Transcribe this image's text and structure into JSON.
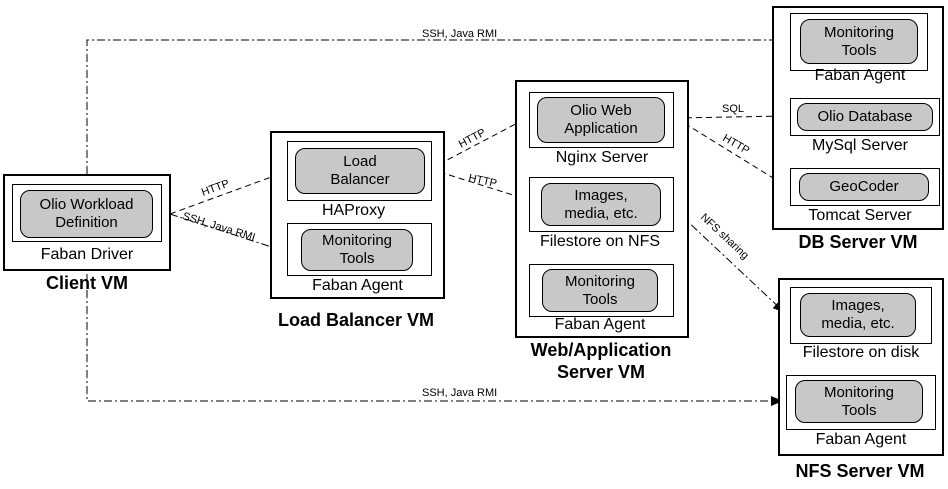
{
  "vms": {
    "client": {
      "title": "Client VM",
      "service": "Faban  Driver",
      "component": "Olio Workload\nDefinition"
    },
    "lb": {
      "title": "Load Balancer VM",
      "haproxy": "HAProxy",
      "lb_component": "Load\nBalancer",
      "agent": "Faban Agent",
      "agent_component": "Monitoring\nTools"
    },
    "web": {
      "title": "Web/Application\nServer VM",
      "nginx": "Nginx Server",
      "web_component": "Olio Web\nApplication",
      "filestore": "Filestore on NFS",
      "files_component": "Images,\nmedia, etc.",
      "agent": "Faban Agent",
      "agent_component": "Monitoring\nTools"
    },
    "db": {
      "title": "DB Server VM",
      "agent": "Faban Agent",
      "agent_component": "Monitoring\nTools",
      "mysql": "MySql Server",
      "mysql_component": "Olio Database",
      "tomcat": "Tomcat Server",
      "tomcat_component": "GeoCoder"
    },
    "nfs": {
      "title": "NFS Server VM",
      "filestore": "Filestore on disk",
      "files_component": "Images,\nmedia, etc.",
      "agent": "Faban  Agent",
      "agent_component": "Monitoring\nTools"
    }
  },
  "edges": {
    "ssh_top": "SSH, Java RMI",
    "ssh_bottom": "SSH, Java RMI",
    "client_lb_http": "HTTP",
    "client_lb_ssh": "SSH, Java RMI",
    "lb_web_http_top": "HTTP",
    "lb_web_http_bottom": "HTTP",
    "web_db_sql": "SQL",
    "web_db_http": "HTTP",
    "nfs_sharing": "NFS sharing"
  }
}
